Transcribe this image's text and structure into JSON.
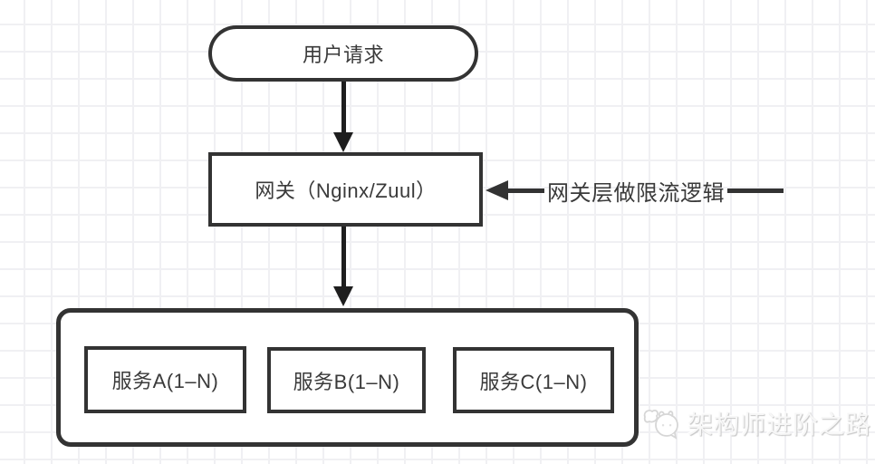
{
  "diagram": {
    "nodes": {
      "user_request": {
        "label": "用户请求",
        "shape": "rounded-pill"
      },
      "gateway": {
        "label": "网关（Nginx/Zuul）",
        "shape": "rectangle"
      },
      "services_group": {
        "shape": "rounded-rectangle",
        "services": [
          {
            "label": "服务A(1–N)"
          },
          {
            "label": "服务B(1–N)"
          },
          {
            "label": "服务C(1–N)"
          }
        ]
      }
    },
    "edges": [
      {
        "from": "user_request",
        "to": "gateway",
        "type": "arrow-down"
      },
      {
        "from": "gateway",
        "to": "services_group",
        "type": "arrow-down"
      }
    ],
    "annotation": {
      "label": "网关层做限流逻辑",
      "points_to": "gateway",
      "direction": "arrow-left"
    },
    "watermark": {
      "label": "架构师进阶之路",
      "icon": "mascot-doodle-icon"
    }
  },
  "colors": {
    "border": "#333333",
    "arrow": "#1e1e1e",
    "text": "#3a3a3a",
    "grid": "#f0f0f3",
    "bg": "#ffffff",
    "watermark": "#dedede"
  }
}
